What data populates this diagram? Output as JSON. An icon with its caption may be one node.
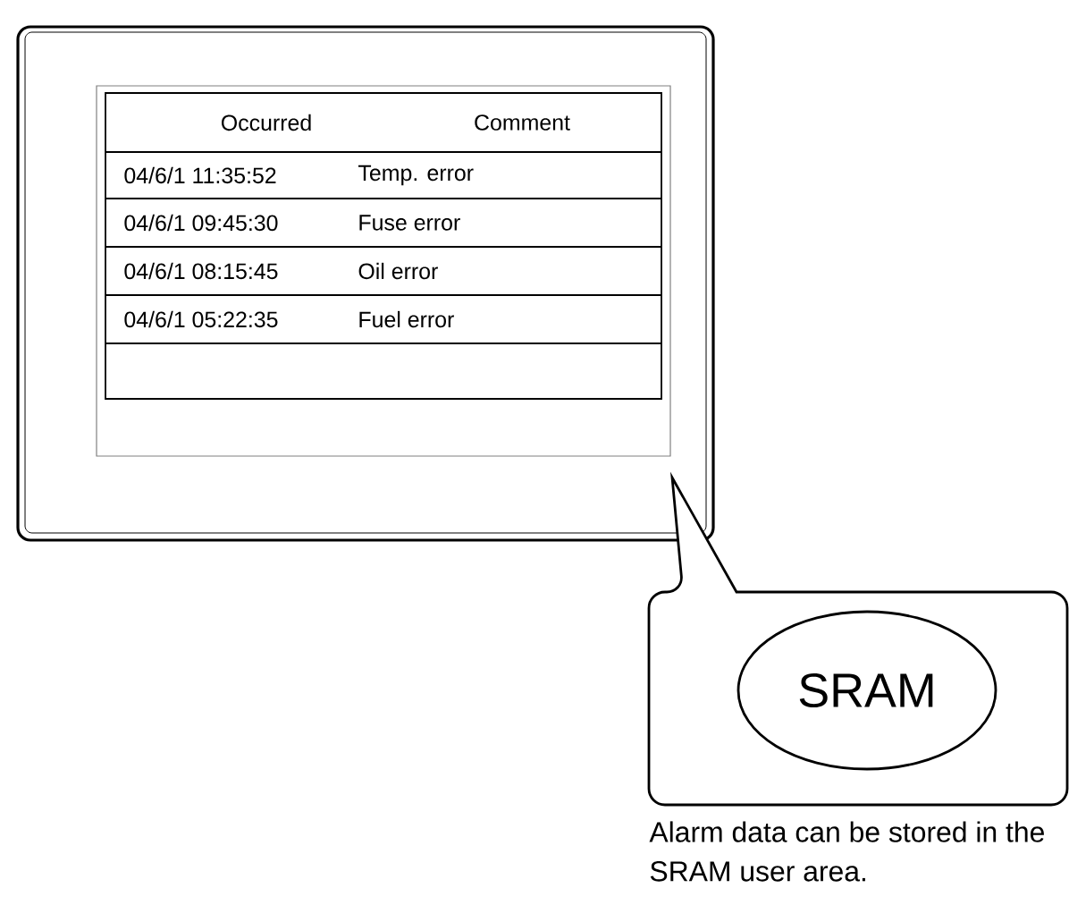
{
  "diagram": {
    "nodes": [
      {
        "text": [],
        "shape": "box"
      },
      {
        "text": [],
        "shape": "callout"
      },
      {
        "text": [
          "SRAM"
        ],
        "in": 1
      }
    ],
    "labels": [
      "Occurred",
      "Comment",
      "04/6/1 11:35:52",
      "Temp. error",
      "04/6/1 09:45:30",
      "Fuse error",
      "04/6/1 08:15:45",
      "Oil error",
      "04/6/1 05:22:35",
      "Fuel error",
      "Alarm data can be stored in the SRAM user area."
    ]
  }
}
